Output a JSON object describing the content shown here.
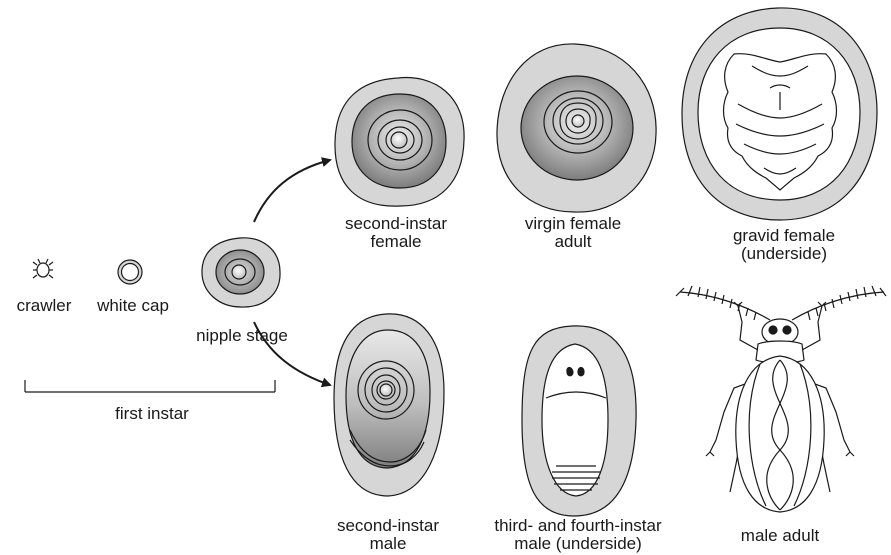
{
  "labels": {
    "crawler": "crawler",
    "white_cap": "white cap",
    "nipple_stage": "nipple stage",
    "first_instar": "first instar",
    "second_instar_female_line1": "second-instar",
    "second_instar_female_line2": "female",
    "virgin_female_line1": "virgin female",
    "virgin_female_line2": "adult",
    "gravid_female_line1": "gravid female",
    "gravid_female_line2": "(underside)",
    "second_instar_male_line1": "second-instar",
    "second_instar_male_line2": "male",
    "third_fourth_line1": "third- and fourth-instar",
    "third_fourth_line2": "male (underside)",
    "male_adult": "male adult"
  },
  "colors": {
    "outline": "#1a1a1a",
    "scale_cover": "#d6d6d6",
    "scale_inner_dark": "#8c8c8c",
    "scale_inner_light": "#e6e6e6",
    "body_fill": "#ffffff"
  }
}
